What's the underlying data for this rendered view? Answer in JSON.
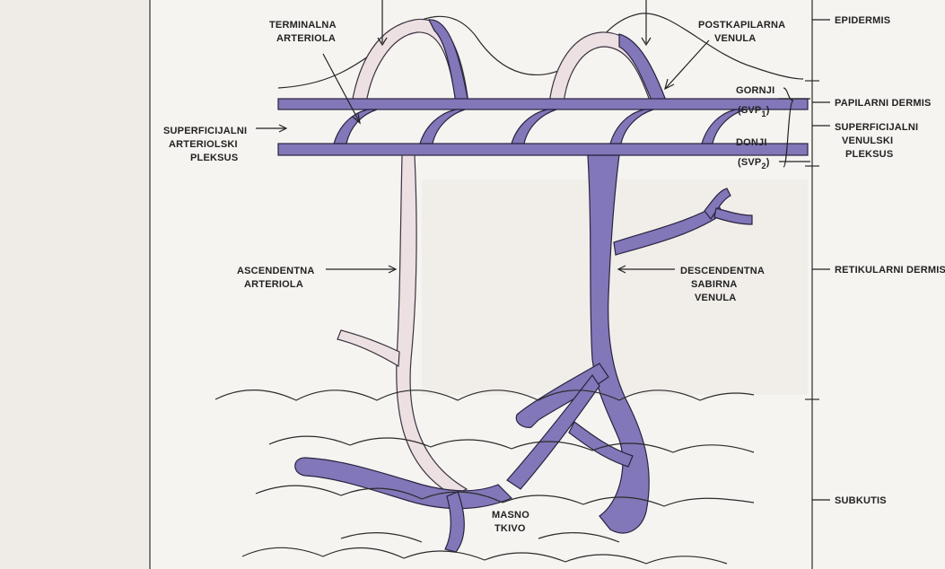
{
  "colors": {
    "venule": "#8277b8",
    "arteriole": "#ece0e2",
    "background": "#f6f4f1",
    "line": "#222222"
  },
  "labels": {
    "terminal_arteriole": [
      "TERMINALNA",
      "ARTERIOLA"
    ],
    "postcapillary_venule": [
      "POSTKAPILARNA",
      "VENULA"
    ],
    "superficial_arteriolar_plexus": [
      "SUPERFICIJALNI",
      "ARTERIOLSKI",
      "PLEKSUS"
    ],
    "upper": [
      "GORNJI",
      "(SVP",
      "1",
      ")"
    ],
    "lower": [
      "DONJI",
      "(SVP",
      "2",
      ")"
    ],
    "superficial_venular_plexus": [
      "SUPERFICIJALNI",
      "VENULSKI",
      "PLEKSUS"
    ],
    "ascending_arteriole": [
      "ASCENDENTNA",
      "ARTERIOLA"
    ],
    "descending_collecting_venule": [
      "DESCENDENTNA",
      "SABIRNA",
      "VENULA"
    ],
    "adipose_tissue": [
      "MASNO",
      "TKIVO"
    ]
  },
  "layers": {
    "epidermis": "EPIDERMIS",
    "papillary_dermis": "PAPILARNI DERMIS",
    "reticular_dermis": "RETIKULARNI DERMIS",
    "subcutis": "SUBKUTIS"
  }
}
